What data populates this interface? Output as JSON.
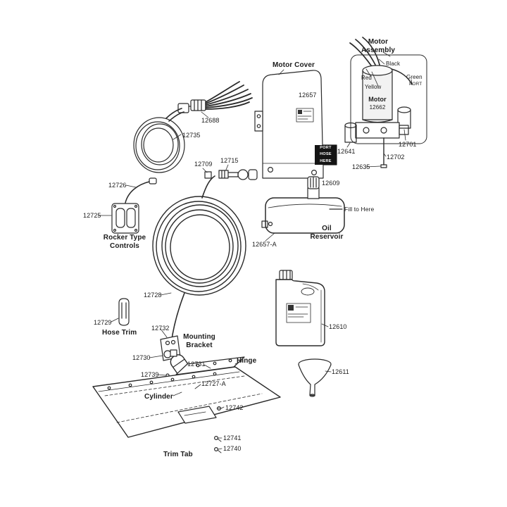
{
  "page": {
    "description": "Exploded parts diagram of trim tab hydraulic system"
  },
  "colors": {
    "line": "#2a2a2a",
    "paper": "#ffffff",
    "callout_bg": "#141414",
    "callout_text": "#ffffff"
  },
  "labels": {
    "motor_cover": {
      "text": "Motor Cover"
    },
    "p12657": {
      "text": "12657"
    },
    "motor_assembly": {
      "text": "Motor\nAssembly"
    },
    "wire_black": {
      "text": "Black"
    },
    "wire_red": {
      "text": "Red"
    },
    "wire_yellow": {
      "text": "Yellow"
    },
    "wire_green": {
      "text": "Green"
    },
    "wire_green_port": {
      "text": "PORT"
    },
    "motor_name": {
      "text": "Motor"
    },
    "p12662": {
      "text": "12662"
    },
    "p12701": {
      "text": "12701"
    },
    "p12702": {
      "text": "12702"
    },
    "p12641": {
      "text": "12641"
    },
    "p12635": {
      "text": "12635"
    },
    "port_hose_here": {
      "text": "PORT\nHOSE\nHERE"
    },
    "p12688": {
      "text": "12688"
    },
    "p12735": {
      "text": "12735"
    },
    "p12709": {
      "text": "12709"
    },
    "p12715": {
      "text": "12715"
    },
    "p12726": {
      "text": "12726"
    },
    "p12725": {
      "text": "12725"
    },
    "rocker_controls": {
      "text": "Rocker Type\nControls"
    },
    "p12609": {
      "text": "12609"
    },
    "fill_to_here": {
      "text": "Fill to Here"
    },
    "p12657a": {
      "text": "12657-A"
    },
    "oil_reservoir": {
      "text": "Oil\nReservoir"
    },
    "p12728": {
      "text": "12728"
    },
    "p12729": {
      "text": "12729"
    },
    "hose_trim": {
      "text": "Hose Trim"
    },
    "p12732": {
      "text": "12732"
    },
    "mounting_bracket": {
      "text": "Mounting\nBracket"
    },
    "p12730": {
      "text": "12730"
    },
    "p12731": {
      "text": "12731"
    },
    "hinge": {
      "text": "Hinge"
    },
    "p12739": {
      "text": "12739"
    },
    "p12727a": {
      "text": "12727-A"
    },
    "cylinder": {
      "text": "Cylinder"
    },
    "p12742": {
      "text": "12742"
    },
    "p12741": {
      "text": "12741"
    },
    "p12740": {
      "text": "12740"
    },
    "trim_tab": {
      "text": "Trim Tab"
    },
    "p12610": {
      "text": "12610"
    },
    "p12611": {
      "text": "12611"
    }
  }
}
